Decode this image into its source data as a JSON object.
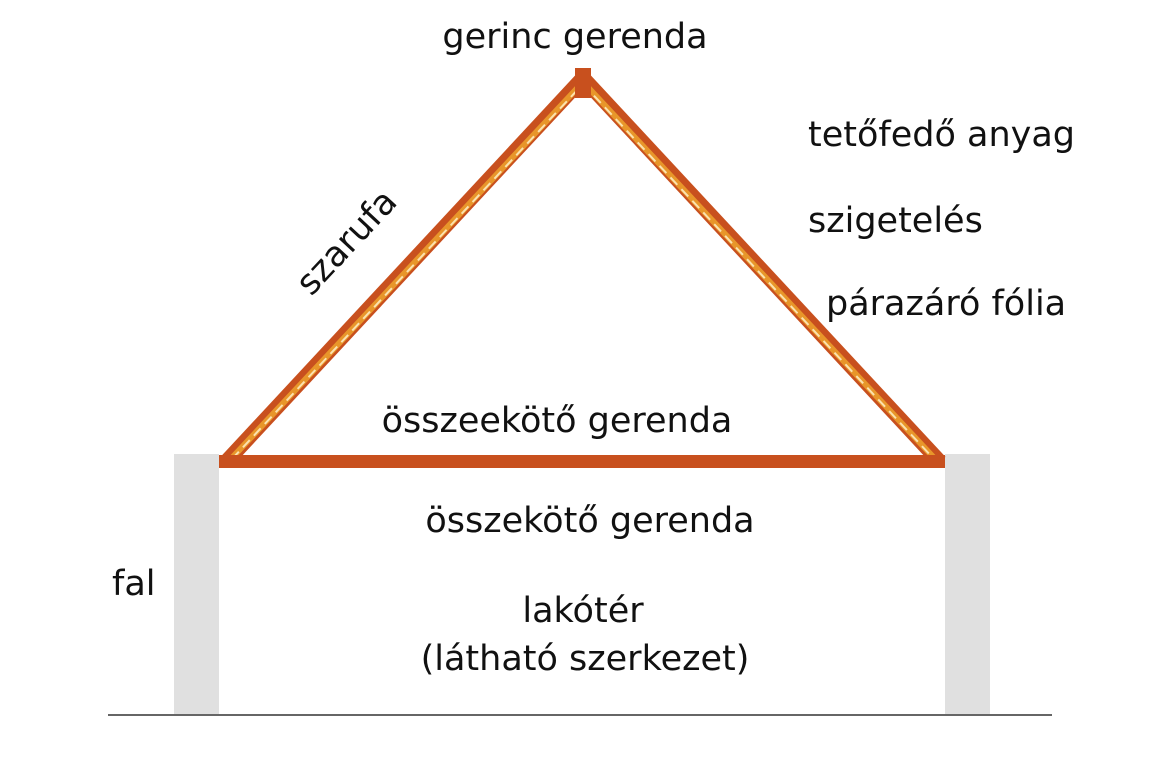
{
  "labels": {
    "ridge_beam": "gerinc gerenda",
    "rafter": "szarufa",
    "roofing_material": "tetőfedő anyag",
    "insulation": "szigetelés",
    "vapor_barrier": "párazáró fólia",
    "collar_beam_upper": "összeekötő gerenda",
    "collar_beam_lower": "összekötő gerenda",
    "living_space_line1": "lakótér",
    "living_space_line2": "(látható szerkezet)",
    "wall": "fal"
  },
  "colors": {
    "roofing_material": "#a52a1a",
    "insulation": "#e8962a",
    "vapor_barrier": "#1a1a7a",
    "beam": "#c8501e",
    "wall": "#e0e0e0",
    "text": "#111111",
    "ground": "#333333"
  }
}
